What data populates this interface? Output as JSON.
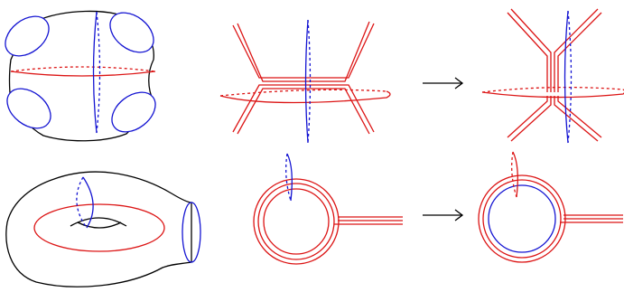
{
  "figure": {
    "rows": 2,
    "columns": 3,
    "transition_arrows": 2
  },
  "colors": {
    "surface_outline": "#000000",
    "cycle_a": "#1414d2",
    "cycle_b": "#dc1414",
    "background": "#ffffff"
  },
  "icons": [
    "right-arrow-icon",
    "right-arrow-icon"
  ]
}
